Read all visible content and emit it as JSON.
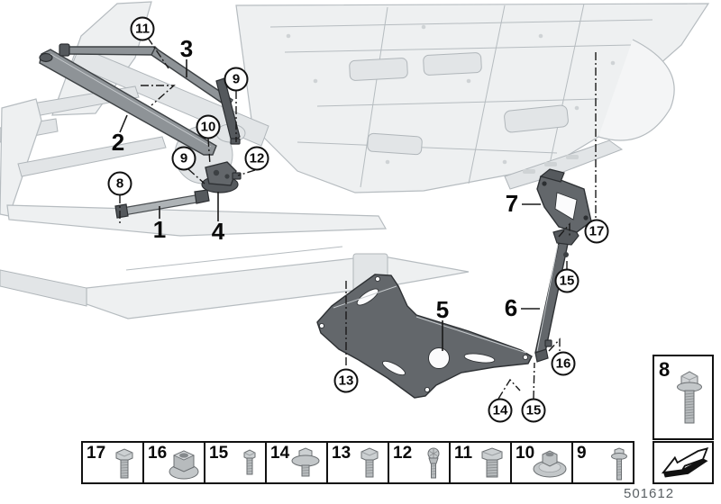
{
  "illustration": {
    "description": "vehicle body front-end reinforcement diagram",
    "bold_labels": [
      {
        "n": "1"
      },
      {
        "n": "2"
      },
      {
        "n": "3"
      },
      {
        "n": "4"
      },
      {
        "n": "5"
      },
      {
        "n": "6"
      },
      {
        "n": "7"
      }
    ],
    "circled_callouts": [
      {
        "n": "11"
      },
      {
        "n": "9"
      },
      {
        "n": "10"
      },
      {
        "n": "9"
      },
      {
        "n": "12"
      },
      {
        "n": "8"
      },
      {
        "n": "17"
      },
      {
        "n": "15"
      },
      {
        "n": "16"
      },
      {
        "n": "13"
      },
      {
        "n": "14"
      },
      {
        "n": "15"
      }
    ]
  },
  "parts_strip": {
    "items": [
      {
        "n": "17",
        "icon": "hex-bolt"
      },
      {
        "n": "16",
        "icon": "flange-nut"
      },
      {
        "n": "15",
        "icon": "short-hex-bolt"
      },
      {
        "n": "14",
        "icon": "washer-hex-bolt"
      },
      {
        "n": "13",
        "icon": "hex-bolt"
      },
      {
        "n": "12",
        "icon": "torx-head-screw"
      },
      {
        "n": "11",
        "icon": "threaded-hex-bolt"
      },
      {
        "n": "10",
        "icon": "washer-nut"
      },
      {
        "n": "9",
        "icon": "flange-bolt"
      }
    ],
    "detached_item": {
      "n": "8",
      "icon": "long-flange-bolt"
    },
    "arrow_box": {
      "icon": "direction-arrow"
    }
  },
  "footer": {
    "doc_number": "501612"
  },
  "colors": {
    "callout_border": "#111111",
    "part_dark": "#5a5e62",
    "part_mid": "#8e9397",
    "body_line": "#b6bcc0",
    "doc_number_color": "#5a6064",
    "background": "#ffffff"
  }
}
